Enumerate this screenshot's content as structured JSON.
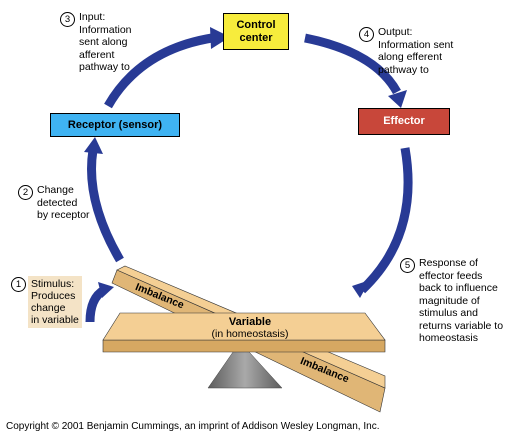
{
  "boxes": {
    "control_center": {
      "line1": "Control",
      "line2": "center",
      "color": "#f7ec3c"
    },
    "receptor": {
      "label": "Receptor (sensor)",
      "color": "#3fb3f2"
    },
    "effector": {
      "label": "Effector",
      "color": "#c8473a"
    }
  },
  "steps": [
    {
      "number": "1",
      "lines": [
        "Stimulus:",
        "Produces",
        "change",
        "in variable"
      ]
    },
    {
      "number": "2",
      "lines": [
        "Change",
        "detected",
        "by receptor"
      ]
    },
    {
      "number": "3",
      "lines": [
        "Input:",
        "Information",
        "sent along",
        "afferent",
        "pathway to"
      ]
    },
    {
      "number": "4",
      "lines": [
        "Output:",
        "Information sent",
        "along efferent",
        "pathway to"
      ]
    },
    {
      "number": "5",
      "lines": [
        "Response of",
        "effector feeds",
        "back to influence",
        "magnitude of",
        "stimulus and",
        "returns variable to",
        "homeostasis"
      ]
    }
  ],
  "balance": {
    "variable": "Variable",
    "variable_sub": "(in homeostasis)",
    "imbalance_left": "Imbalance",
    "imbalance_right": "Imbalance",
    "plank_color": "#f4cf94",
    "fulcrum_color": "#7a7a7a"
  },
  "arrow_color": "#283a95",
  "copyright": "Copyright © 2001 Benjamin Cummings, an imprint of Addison Wesley Longman, Inc."
}
